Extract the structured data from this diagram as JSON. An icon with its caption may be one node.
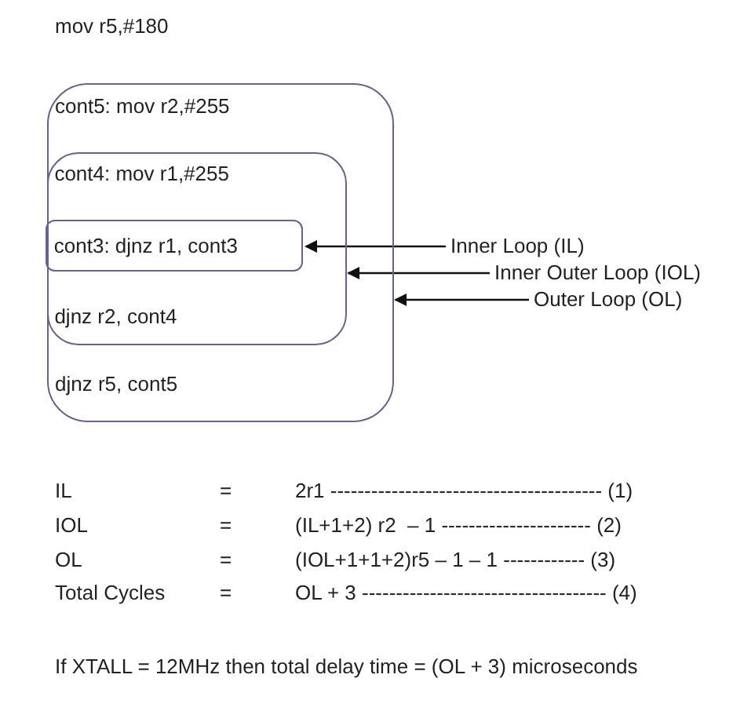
{
  "diagram": {
    "nodes": [
      {
        "text": [
          "cont5: mov r2,#255",
          "djnz r5, cont5"
        ]
      },
      {
        "text": [
          "cont4: mov r1,#255",
          "djnz r2, cont4"
        ],
        "in": 0
      },
      {
        "text": [
          "cont3: djnz r1, cont3"
        ],
        "in": 1
      },
      {
        "text": [
          "Inner Loop (IL)"
        ]
      },
      {
        "text": [
          "Inner Outer Loop (IOL)"
        ]
      },
      {
        "text": [
          "Outer Loop (OL)"
        ]
      }
    ],
    "edges": [
      {
        "from": 3,
        "to": 2,
        "arrow": "to"
      },
      {
        "from": 4,
        "to": 1,
        "arrow": "to"
      },
      {
        "from": 5,
        "to": 0,
        "arrow": "to"
      }
    ],
    "labels": [
      "mov r5,#180",
      "IL",
      "=",
      "2r1 ---------------------------------------- (1)",
      "IOL",
      "=",
      "(IL+1+2) r2  – 1 ---------------------- (2)",
      "OL",
      "=",
      "(IOL+1+1+2)r5 – 1 – 1 ------------ (3)",
      "Total Cycles",
      "=",
      "OL + 3 ------------------------------------ (4)",
      "If XTALL = 12MHz then total delay time = (OL + 3) microseconds"
    ]
  }
}
